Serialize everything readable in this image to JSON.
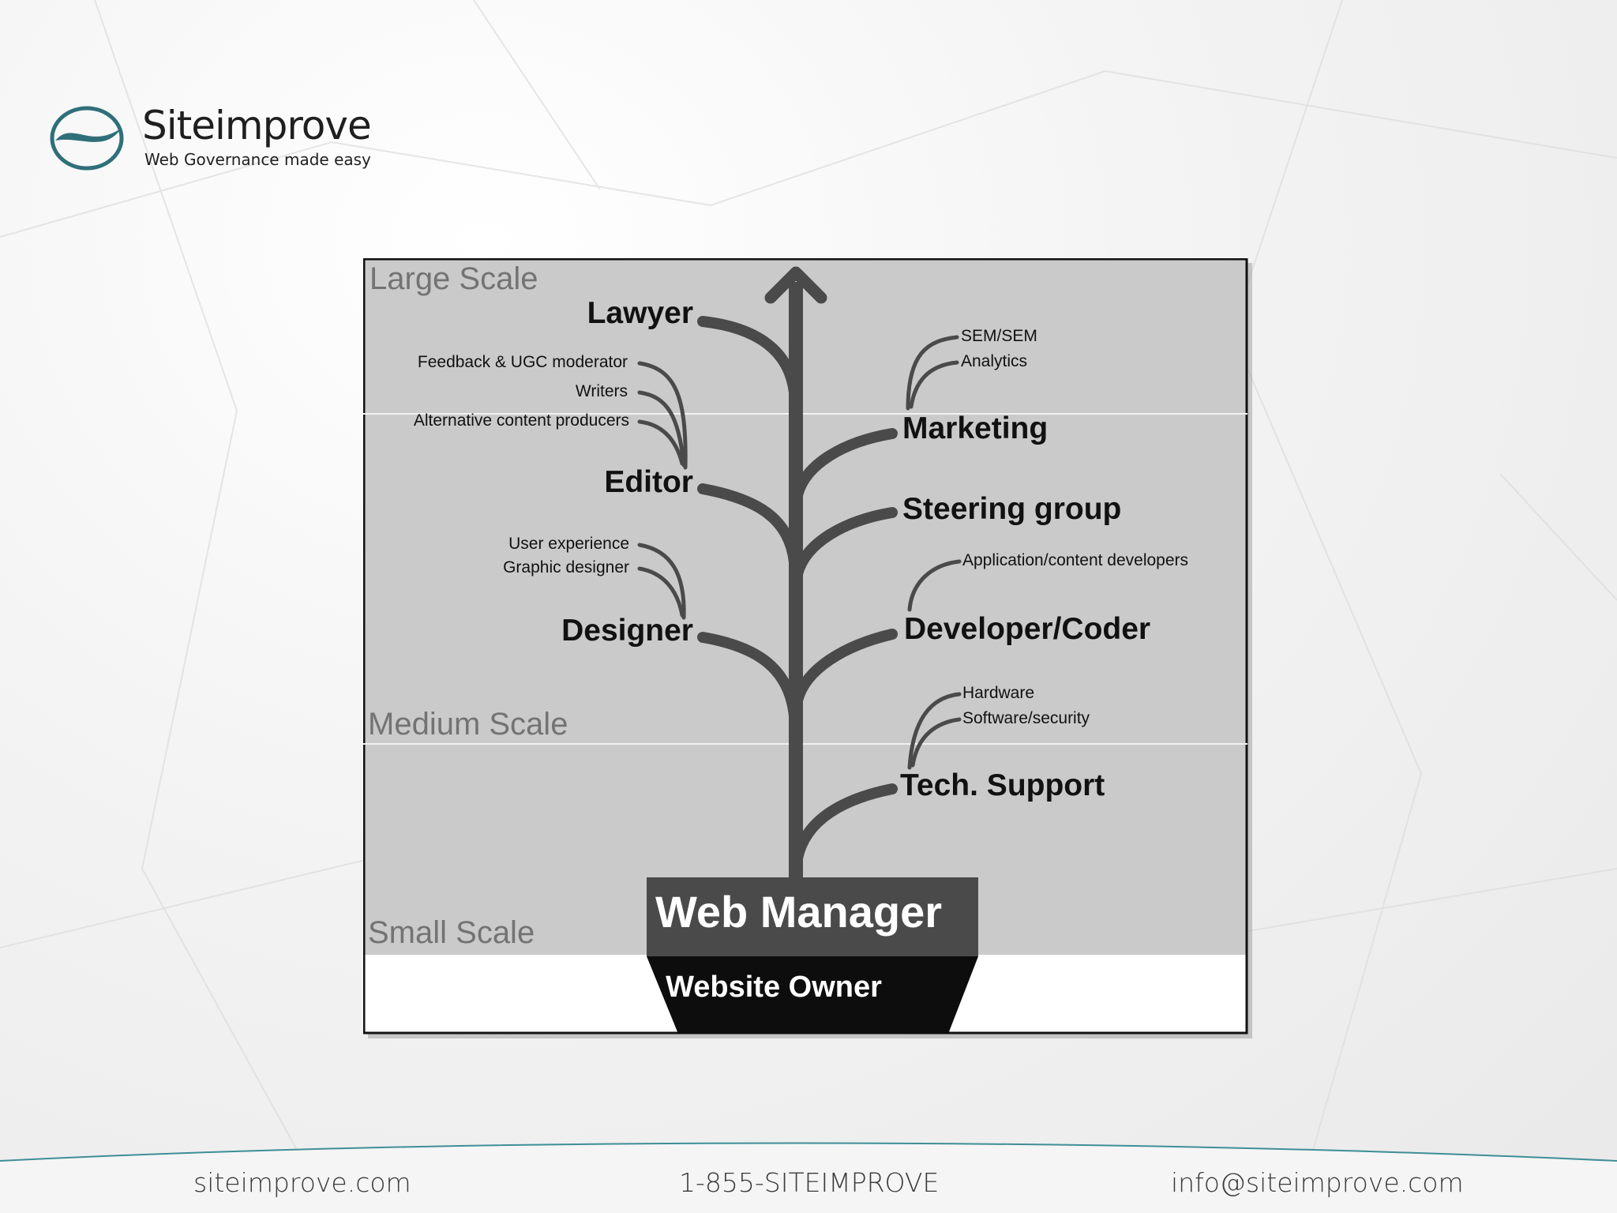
{
  "logo": {
    "name": "Siteimprove",
    "tagline": "Web Governance made easy"
  },
  "scales": {
    "large": "Large Scale",
    "medium": "Medium Scale",
    "small": "Small Scale"
  },
  "roles": {
    "lawyer": "Lawyer",
    "editor": "Editor",
    "designer": "Designer",
    "marketing": "Marketing",
    "steering": "Steering group",
    "developer": "Developer/Coder",
    "tech_support": "Tech. Support"
  },
  "sub_roles": {
    "feedback": "Feedback & UGC moderator",
    "writers": "Writers",
    "alt_content": "Alternative content producers",
    "ux": "User experience",
    "graphic": "Graphic designer",
    "sem": "SEM/SEM",
    "analytics": "Analytics",
    "app_dev": "Application/content developers",
    "hardware": "Hardware",
    "software": "Software/security"
  },
  "base": {
    "manager": "Web Manager",
    "owner": "Website Owner"
  },
  "footer": {
    "website": "siteimprove.com",
    "phone": "1-855-SITEIMPROVE",
    "email": "info@siteimprove.com"
  },
  "colors": {
    "brand_teal": "#2f6f7a",
    "panel_gray": "#cacaca",
    "stem": "#4a4a4a"
  }
}
